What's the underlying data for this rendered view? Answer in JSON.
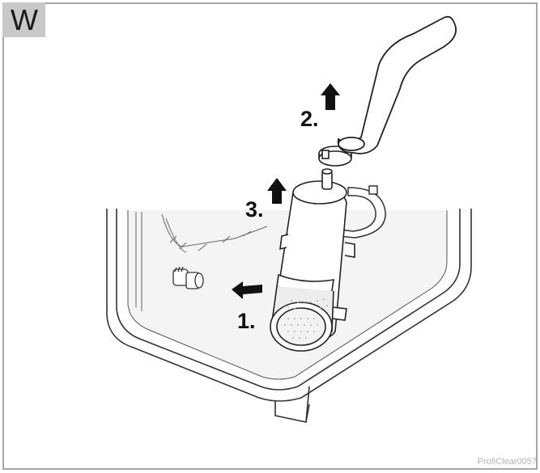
{
  "section_letter": "W",
  "image_credit": "ProfiClear0057",
  "steps": [
    {
      "label": "1."
    },
    {
      "label": "2."
    },
    {
      "label": "3."
    }
  ],
  "colors": {
    "frame": "#a6a6a6",
    "tab": "#c8c8c8",
    "line": "#333333",
    "shade": "#e4e4e4"
  },
  "icons": {
    "arrow": "arrow-icon",
    "filter": "filter-cartridge",
    "hose": "hose",
    "clamp": "hose-clamp"
  }
}
